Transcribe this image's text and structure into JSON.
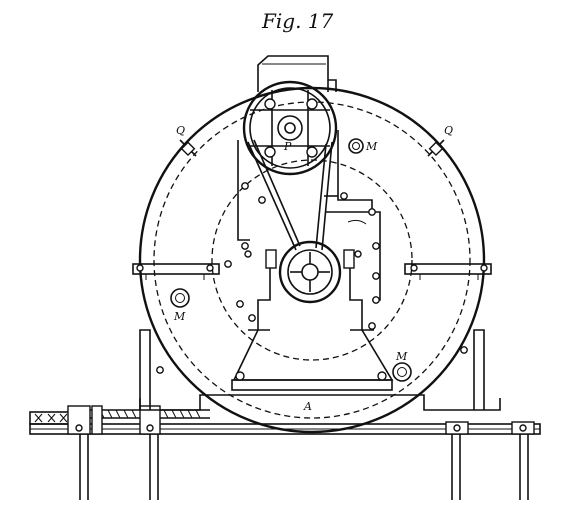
{
  "figure": {
    "title": "Fig. 17",
    "labels": {
      "base": "A",
      "motor_left": "M",
      "motor_top": "M",
      "motor_bottom": "M",
      "bolt_left": "Q",
      "bolt_right": "Q",
      "pulley": "P"
    }
  }
}
